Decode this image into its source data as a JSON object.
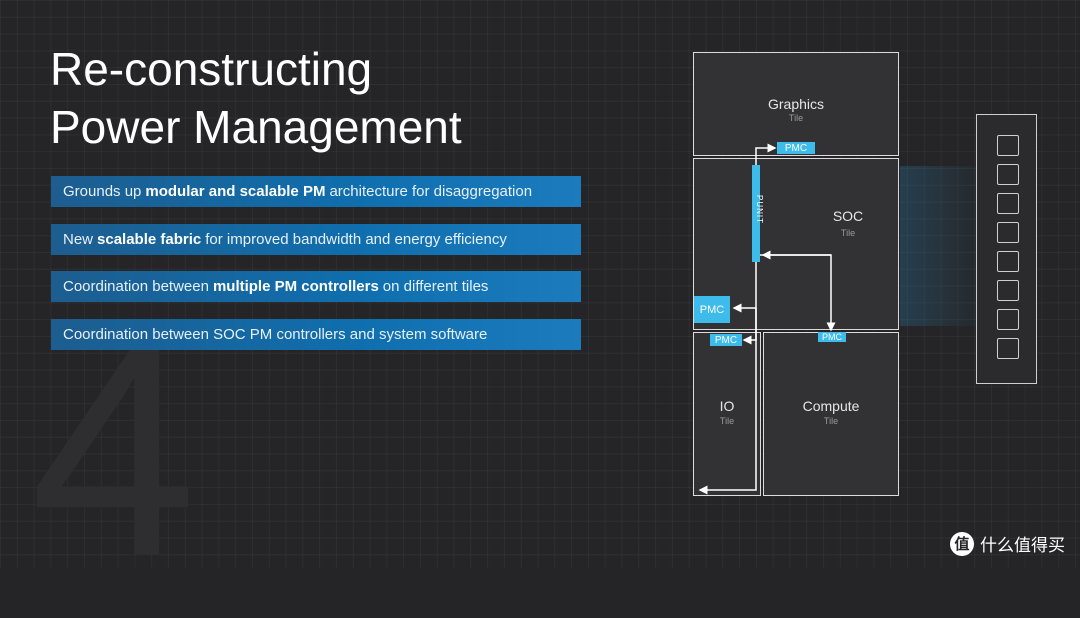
{
  "title_line1": "Re-constructing",
  "title_line2": "Power Management",
  "background_number": "4",
  "bullets": [
    {
      "pre": "Grounds up",
      "bold": "modular and scalable PM",
      "post": "architecture for disaggregation"
    },
    {
      "pre": "New",
      "bold": "scalable fabric",
      "post": "for improved bandwidth and energy efficiency"
    },
    {
      "pre": "Coordination between",
      "bold": "multiple PM controllers",
      "post": "on different tiles"
    },
    {
      "pre": "Coordination between SOC PM controllers and system software",
      "bold": "",
      "post": ""
    }
  ],
  "diagram": {
    "graphics": {
      "label": "Graphics",
      "sub": "Tile"
    },
    "soc": {
      "label": "SOC",
      "sub": "Tile"
    },
    "io": {
      "label": "IO",
      "sub": "Tile"
    },
    "compute": {
      "label": "Compute",
      "sub": "Tile"
    },
    "pmc_label": "PMC",
    "punit_label": "PUNIT"
  },
  "colors": {
    "accent": "#3dbbea",
    "bullet_bar": "#0f6faf",
    "background": "#252527"
  },
  "watermark": {
    "text": "什么值得买",
    "icon": "值"
  }
}
